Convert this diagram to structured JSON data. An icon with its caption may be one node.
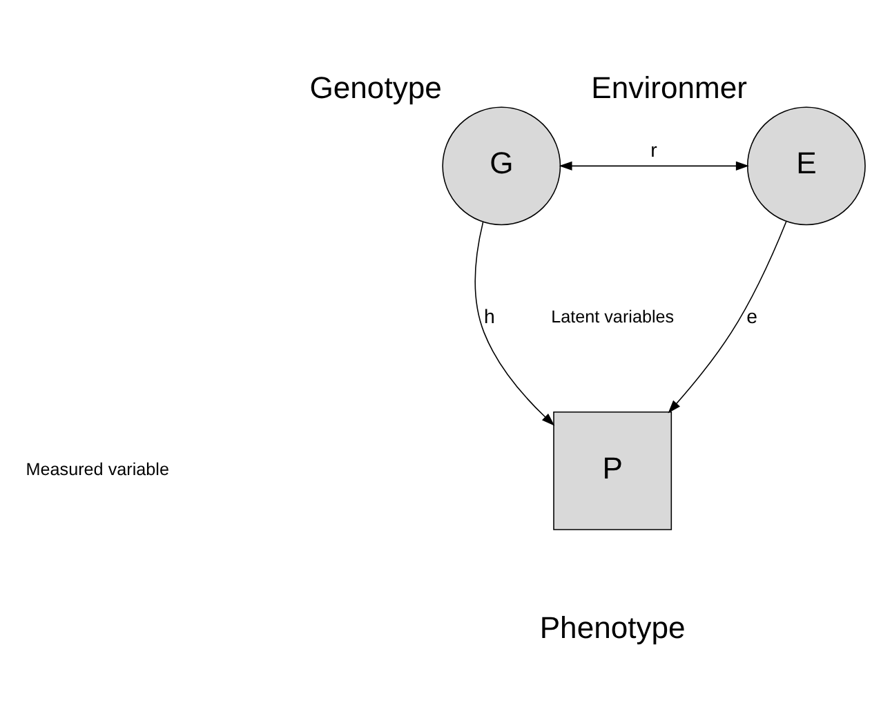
{
  "diagram": {
    "nodes": [
      {
        "text": [
          "G"
        ],
        "beside": [
          "Genotype"
        ]
      },
      {
        "text": [
          "E"
        ],
        "beside": [
          "Environmer"
        ]
      },
      {
        "text": [
          "P"
        ],
        "beside": [
          "Phenotype"
        ]
      }
    ],
    "edges": [
      {
        "from": 0,
        "to": 1,
        "arrow": "both",
        "label": "r"
      },
      {
        "from": 0,
        "to": 2,
        "arrow": "to",
        "label": "h"
      },
      {
        "from": 1,
        "to": 2,
        "arrow": "to",
        "label": "e"
      }
    ],
    "labels": [
      "Latent variables",
      "Measured variable"
    ]
  }
}
